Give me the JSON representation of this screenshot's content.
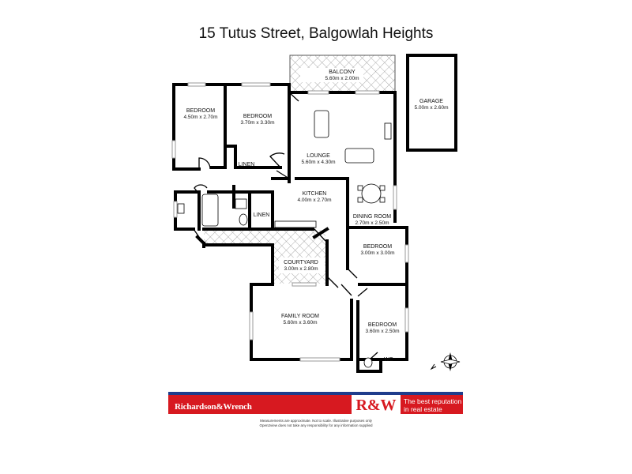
{
  "title": "15 Tutus Street, Balgowlah Heights",
  "rooms": {
    "balcony": {
      "name": "BALCONY",
      "dims": "5.60m x 2.00m"
    },
    "garage": {
      "name": "GARAGE",
      "dims": "5.00m x 2.60m"
    },
    "bedroom1": {
      "name": "BEDROOM",
      "dims": "4.50m x 2.70m"
    },
    "bedroom2": {
      "name": "BEDROOM",
      "dims": "3.70m x 3.30m"
    },
    "lounge": {
      "name": "LOUNGE",
      "dims": "5.60m x 4.30m"
    },
    "linen1": {
      "name": "LINEN"
    },
    "kitchen": {
      "name": "KITCHEN",
      "dims": "4.00m x 2.70m"
    },
    "linen2": {
      "name": "LINEN"
    },
    "dining": {
      "name": "DINING ROOM",
      "dims": "2.70m x 2.50m"
    },
    "bedroom3": {
      "name": "BEDROOM",
      "dims": "3.00m x 3.00m"
    },
    "courtyard": {
      "name": "COURTYARD",
      "dims": "3.00m x 2.80m"
    },
    "family": {
      "name": "FAMILY ROOM",
      "dims": "5.60m x 3.60m"
    },
    "bedroom4": {
      "name": "BEDROOM",
      "dims": "3.60m x 2.50m"
    },
    "wc": {
      "name": "WC"
    }
  },
  "footer": {
    "brand": "Richardson&Wrench",
    "logo": "R&W",
    "tagline_line1": "The best reputation",
    "tagline_line2": "in real estate",
    "disclaimer_line1": "Measurements are approximate. Not to scale. Illustrative purposes only",
    "disclaimer_line2": "Open2view does not take any responsibility for any information supplied"
  },
  "colors": {
    "brand_red": "#d71920",
    "brand_blue": "#1f3d8c"
  },
  "icons": [
    "compass-icon"
  ]
}
